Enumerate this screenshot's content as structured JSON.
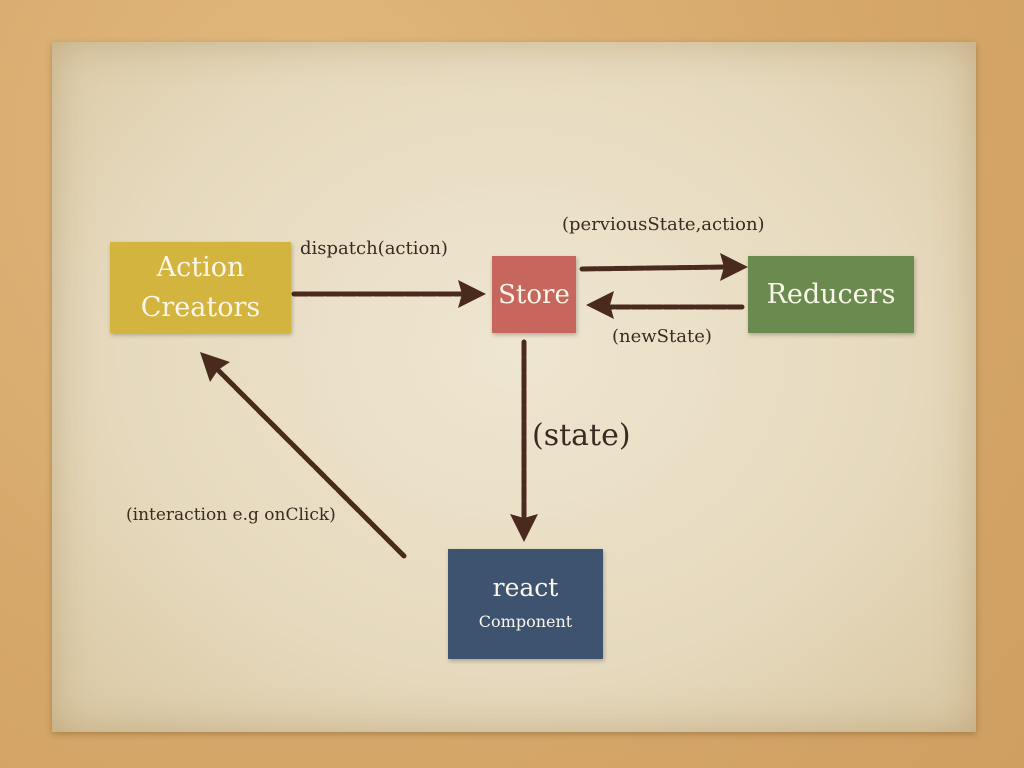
{
  "diagram": {
    "nodes": {
      "action_creators": {
        "line1": "Action",
        "line2": "Creators",
        "color": "#d3b43e"
      },
      "store": {
        "label": "Store",
        "color": "#c7665c"
      },
      "reducers": {
        "label": "Reducers",
        "color": "#6b8a50"
      },
      "react": {
        "label": "react",
        "sublabel": "Component",
        "color": "#3e5370"
      }
    },
    "edges": [
      {
        "from": "action_creators",
        "to": "store",
        "label": "dispatch(action)"
      },
      {
        "from": "store",
        "to": "reducers",
        "label": "(perviousState,action)"
      },
      {
        "from": "reducers",
        "to": "store",
        "label": "(newState)"
      },
      {
        "from": "store",
        "to": "react",
        "label": "(state)"
      },
      {
        "from": "react",
        "to": "action_creators",
        "label": "(interaction e.g onClick)"
      }
    ],
    "arrow_color": "#4a2a1c"
  }
}
